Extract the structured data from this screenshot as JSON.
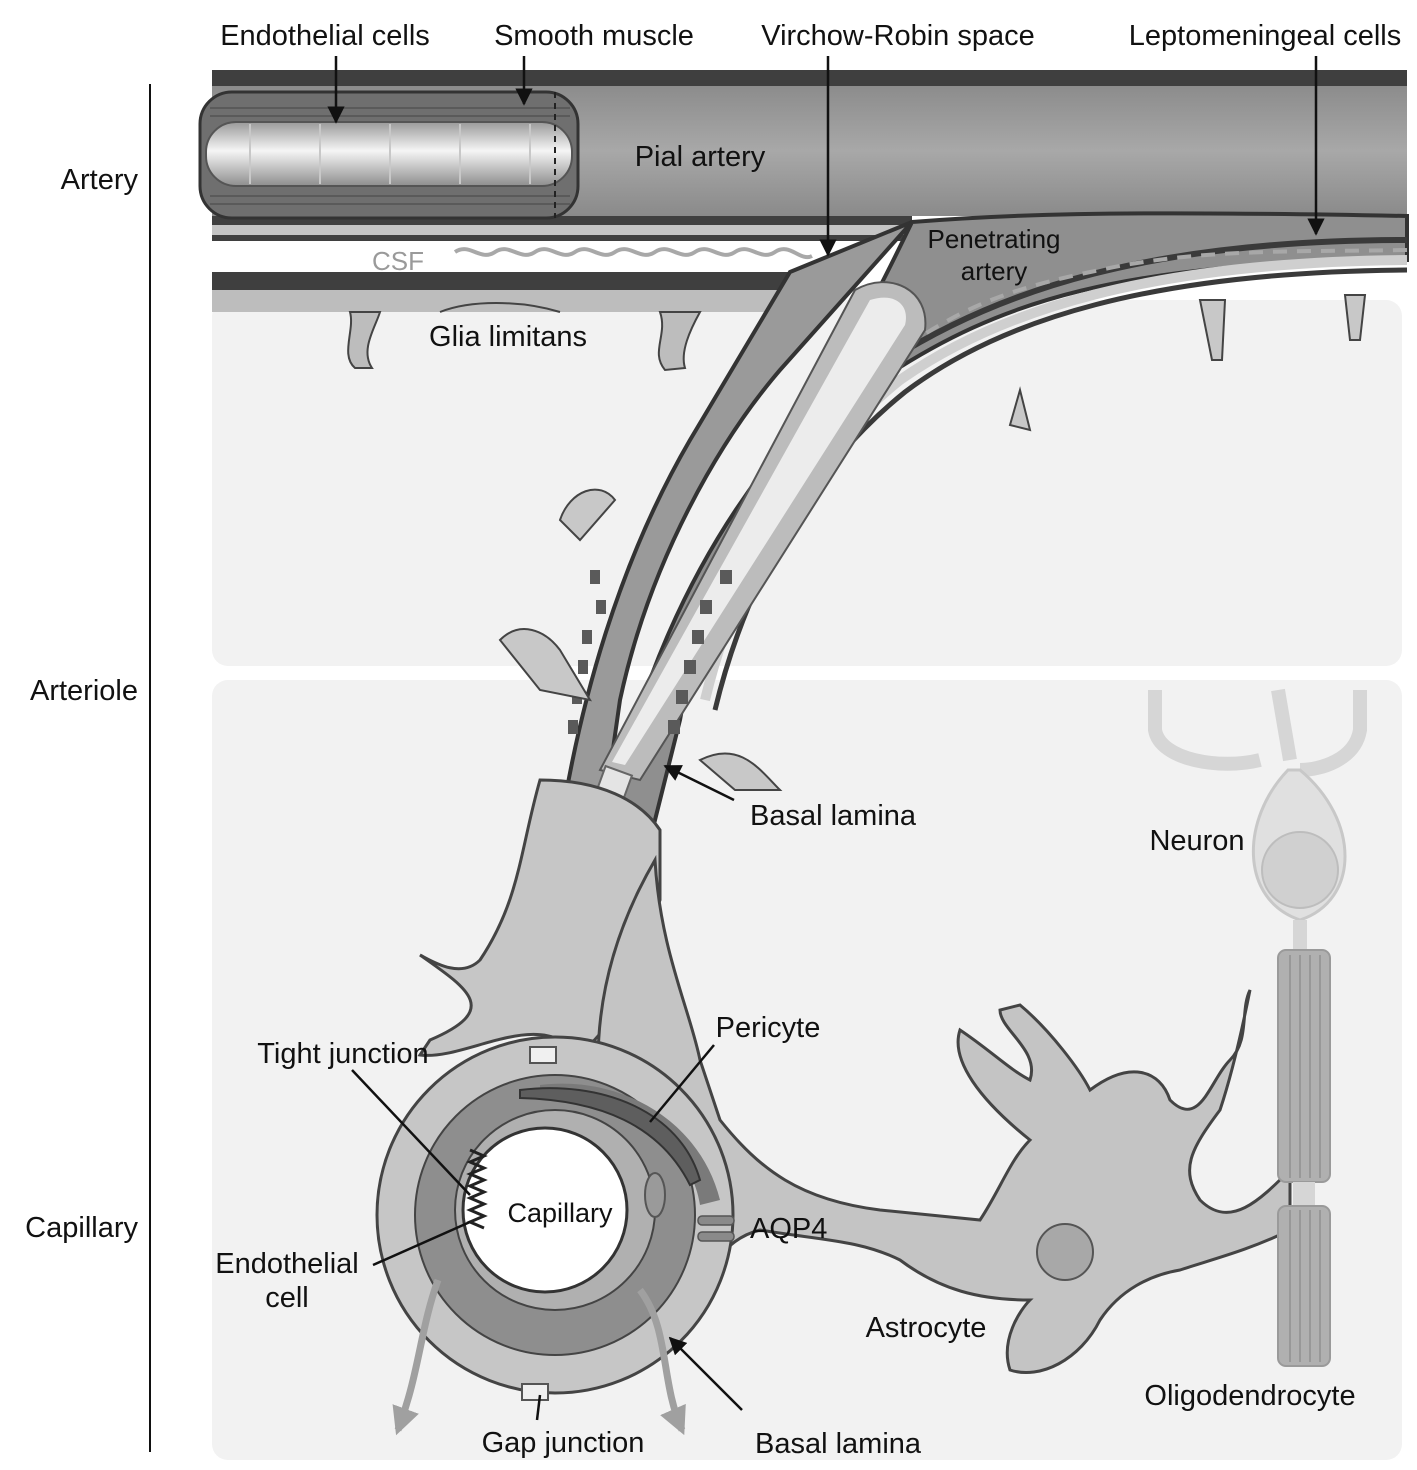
{
  "levels": {
    "artery": "Artery",
    "arteriole": "Arteriole",
    "capillary": "Capillary"
  },
  "labels": {
    "endothelial_cells": "Endothelial cells",
    "smooth_muscle": "Smooth muscle",
    "virchow_robin_space": "Virchow-Robin space",
    "leptomeningeal_cells": "Leptomeningeal cells",
    "pial_artery": "Pial artery",
    "csf": "CSF",
    "penetrating_artery_1": "Penetrating",
    "penetrating_artery_2": "artery",
    "glia_limitans": "Glia limitans",
    "basal_lamina_arteriole": "Basal lamina",
    "neuron": "Neuron",
    "pericyte": "Pericyte",
    "tight_junction": "Tight junction",
    "capillary": "Capillary",
    "aqp4": "AQP4",
    "endothelial_cell_1": "Endothelial",
    "endothelial_cell_2": "cell",
    "astrocyte": "Astrocyte",
    "oligodendrocyte": "Oligodendrocyte",
    "gap_junction": "Gap junction",
    "basal_lamina_capillary": "Basal lamina"
  },
  "colors": {
    "dark_membrane": "#3a3a3a",
    "vessel_gray": "#9a9a9a",
    "cell_light": "#cfcfcf",
    "tissue_bg": "#f2f2f2",
    "faint_cell": "#d9d9d9"
  }
}
